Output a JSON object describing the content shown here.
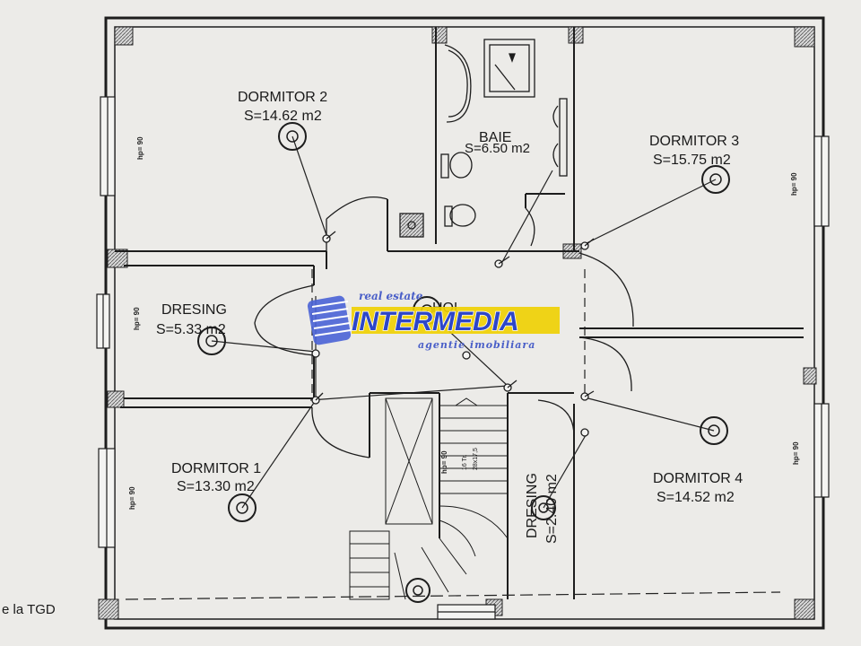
{
  "rooms": {
    "dormitor2": {
      "name": "DORMITOR 2",
      "area": "S=14.62 m2"
    },
    "baie": {
      "name": "BAIE",
      "area": "S=6.50 m2"
    },
    "dormitor3": {
      "name": "DORMITOR 3",
      "area": "S=15.75 m2"
    },
    "dresing1": {
      "name": "DRESING",
      "area": "S=5.33 m2"
    },
    "hol": {
      "name": "HOL"
    },
    "dormitor1": {
      "name": "DORMITOR 1",
      "area": "S=13.30 m2"
    },
    "dresing2": {
      "name": "DRESING",
      "area": "S=2.40 m2"
    },
    "dormitor4": {
      "name": "DORMITOR 4",
      "area": "S=14.52 m2"
    }
  },
  "heights": {
    "hp": "hp= 90"
  },
  "stairs": {
    "steps": "16 Tr.",
    "size": "28x17,5"
  },
  "tgd_note": "e la TGD",
  "logo": {
    "top": "real estate",
    "main": "INTERMEDIA",
    "sub": "agentie imobiliara",
    "color": "#2d46c8"
  }
}
